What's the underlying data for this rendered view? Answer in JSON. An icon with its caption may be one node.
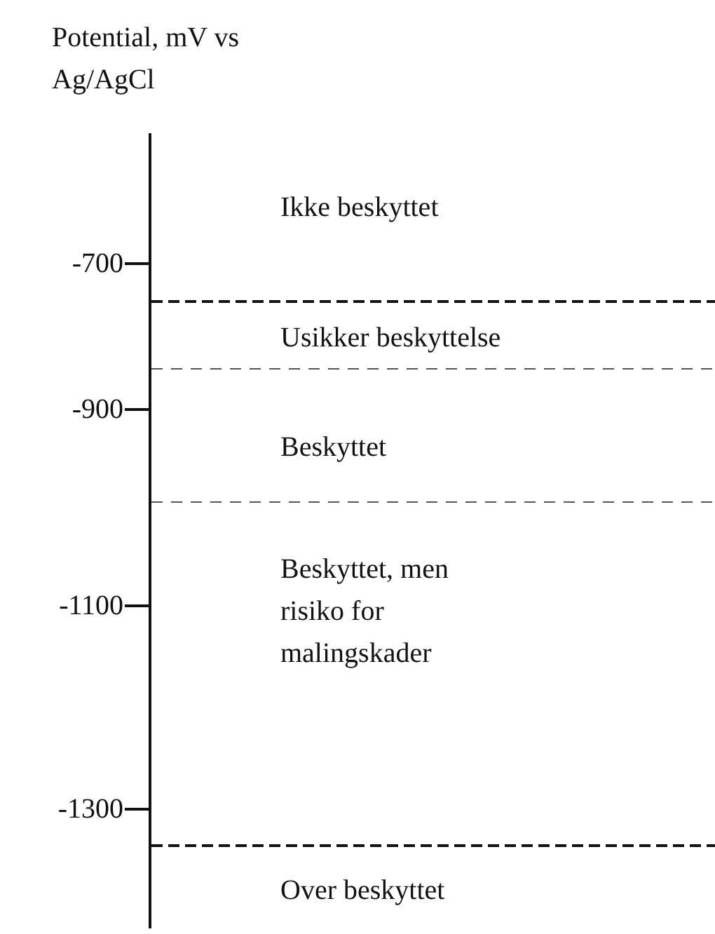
{
  "diagram": {
    "labels": [
      "Potential, mV vs Ag/AgCl",
      "Ikke beskyttet",
      "-700",
      "Usikker beskyttelse",
      "-900",
      "Beskyttet",
      "Beskyttet, men risiko for malingskader",
      "-1100",
      "-1300",
      "Over beskyttet"
    ]
  }
}
